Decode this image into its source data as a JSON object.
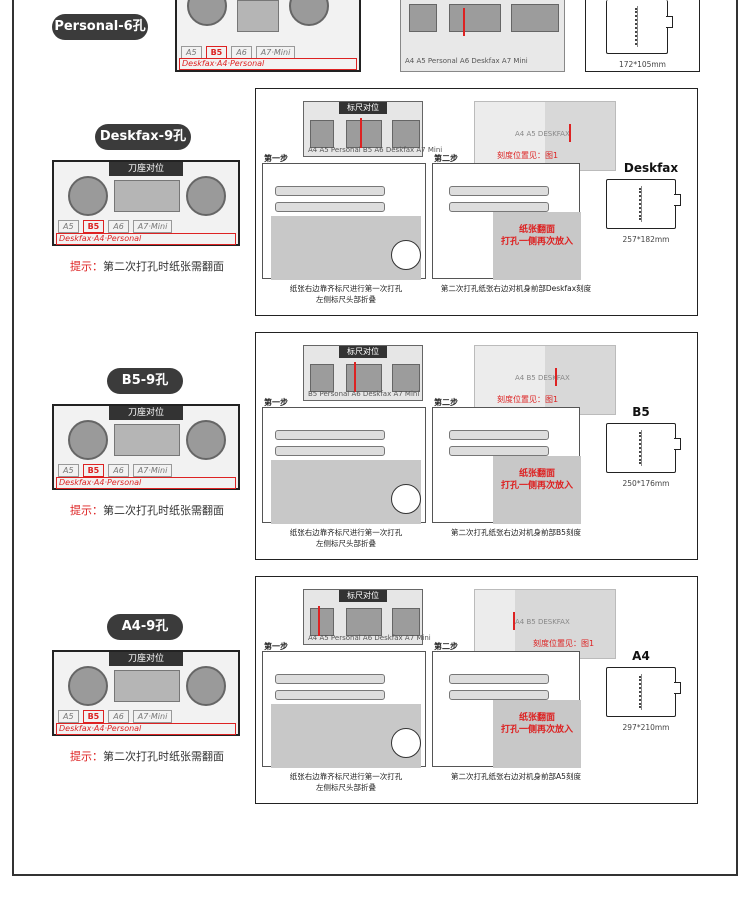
{
  "top": {
    "pill": "Personal-6孔",
    "machine_scale": [
      "A5",
      "B5",
      "A6",
      "A7·Mini"
    ],
    "machine_redbar": "Deskfax·A4·Personal",
    "scale_labels": "A4  A5  Personal  A6 Deskfax  A7 Mini",
    "book_size": "172*105mm"
  },
  "sections": [
    {
      "pill": "Deskfax-9孔",
      "machine_header": "刀座对位",
      "machine_scale": [
        "A5",
        "B5",
        "A6",
        "A7·Mini"
      ],
      "machine_redbar": "Deskfax·A4·Personal",
      "tip_label": "提示：",
      "tip_text": "第二次打孔时纸张需翻面",
      "scale_header": "标尺对位",
      "step1": "第一步",
      "step2": "第二步",
      "scale_text": "A4  A5 Personal B5  A6 Deskfax  A7 Mini",
      "ruler_text": "A4    A5    DESKFAX",
      "ruler_note": "刻度位置见：图1",
      "flip_note": [
        "纸张翻面",
        "打孔一侧再次放入"
      ],
      "caption1": [
        "纸张右边靠齐标尺进行第一次打孔",
        "左侧标尺头部折叠"
      ],
      "caption2": "第二次打孔纸张右边对机身前部Deskfax刻度",
      "book_name": "Deskfax",
      "book_size": "257*182mm"
    },
    {
      "pill": "B5-9孔",
      "machine_header": "刀座对位",
      "machine_scale": [
        "A5",
        "B5",
        "A6",
        "A7·Mini"
      ],
      "machine_redbar": "Deskfax·A4·Personal",
      "tip_label": "提示：",
      "tip_text": "第二次打孔时纸张需翻面",
      "scale_header": "标尺对位",
      "step1": "第一步",
      "step2": "第二步",
      "scale_text": "B5  Personal  A6 Deskfax  A7 Mini",
      "ruler_text": "A4    B5    DESKFAX",
      "ruler_note": "刻度位置见：图1",
      "flip_note": [
        "纸张翻面",
        "打孔一侧再次放入"
      ],
      "caption1": [
        "纸张右边靠齐标尺进行第一次打孔",
        "左侧标尺头部折叠"
      ],
      "caption2": "第二次打孔纸张右边对机身前部B5刻度",
      "book_name": "B5",
      "book_size": "250*176mm"
    },
    {
      "pill": "A4-9孔",
      "machine_header": "刀座对位",
      "machine_scale": [
        "A5",
        "B5",
        "A6",
        "A7·Mini"
      ],
      "machine_redbar": "Deskfax·A4·Personal",
      "tip_label": "提示：",
      "tip_text": "第二次打孔时纸张需翻面",
      "scale_header": "标尺对位",
      "step1": "第一步",
      "step2": "第二步",
      "scale_text": "A4  A5 Personal  A6 Deskfax  A7 Mini",
      "ruler_text": "A4    B5    DESKFAX",
      "ruler_note": "刻度位置见：图1",
      "flip_note": [
        "纸张翻面",
        "打孔一侧再次放入"
      ],
      "caption1": [
        "纸张右边靠齐标尺进行第一次打孔",
        "左侧标尺头部折叠"
      ],
      "caption2": "第二次打孔纸张右边对机身前部A5刻度",
      "book_name": "A4",
      "book_size": "297*210mm"
    }
  ]
}
